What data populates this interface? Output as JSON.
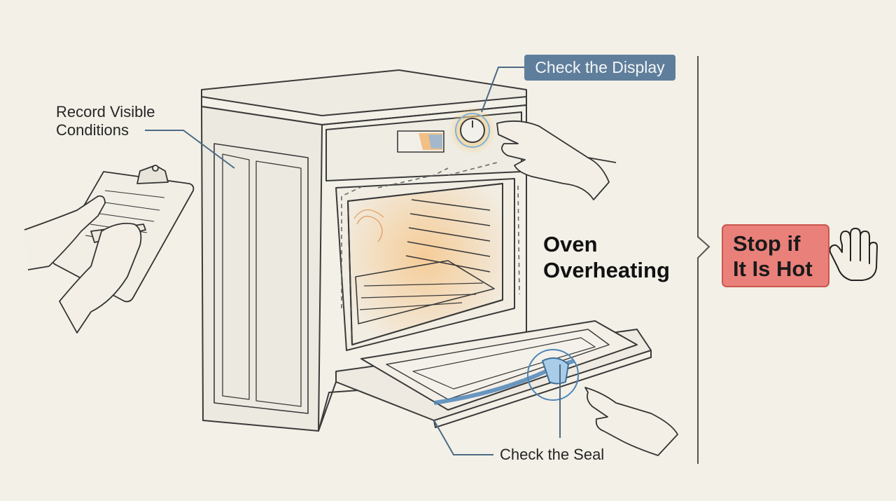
{
  "labels": {
    "record": [
      "Record Visible",
      "Conditions"
    ],
    "display": "Check the Display",
    "seal": "Check the Seal",
    "title": [
      "Oven",
      "Overheating"
    ],
    "stop": [
      "Stop if",
      "It Is Hot"
    ]
  },
  "colors": {
    "background": "#f3f0e7",
    "display_tag": "#5f7e9b",
    "stop_tag": "#e9817a",
    "seal_highlight": "#4f86b8",
    "heat_glow": "#f5c98a"
  },
  "icons": [
    "hand-stop-icon",
    "clipboard-icon"
  ]
}
